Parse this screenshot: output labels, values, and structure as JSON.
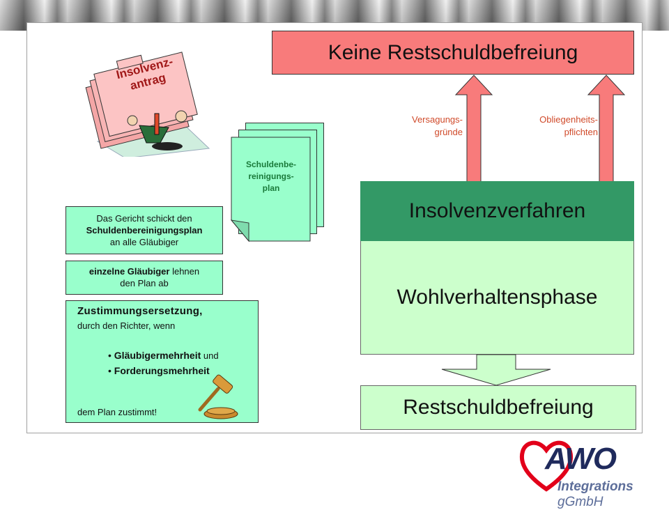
{
  "title_box": "Keine Restschuldbefreiung",
  "arrow_labels": {
    "left": [
      "Versagungs-",
      "gründe"
    ],
    "right": [
      "Obliegenheits-",
      "pflichten"
    ]
  },
  "insolvenzantrag": [
    "Insolvenz-",
    "antrag"
  ],
  "schuldenplan_doc": [
    "Schuldenbe-",
    "reinigungs-",
    "plan"
  ],
  "phase_top": "Insolvenzverfahren",
  "phase_main": "Wohlverhaltensphase",
  "result_box": "Restschuldbefreiung",
  "box_gericht": {
    "line1": "Das Gericht schickt den",
    "line2": "Schuldenbereinigungsplan",
    "line3": "an alle Gläubiger"
  },
  "box_glaeubiger": {
    "bold": "einzelne Gläubiger",
    "rest": " lehnen",
    "line2": "den Plan ab"
  },
  "box_zustimmung": {
    "heading": "Zustimmungsersetzung,",
    "sub": "durch den Richter, wenn",
    "bullet1_bold": "Gläubigermehrheit",
    "bullet1_rest": " und",
    "bullet2_bold": "Forderungsmehrheit",
    "footer": "dem Plan zustimmt!"
  },
  "logo": {
    "brand": "AWO",
    "tag_italic_bold": "Integrations",
    "tag_italic": " gGmbH"
  },
  "colors": {
    "red_box": "#f87b7b",
    "dark_green": "#339966",
    "light_green": "#ccffcc",
    "mint": "#99ffcc",
    "arrow_red": "#f87b7b",
    "label_red": "#d04a2a",
    "awo_red": "#e2001a"
  }
}
